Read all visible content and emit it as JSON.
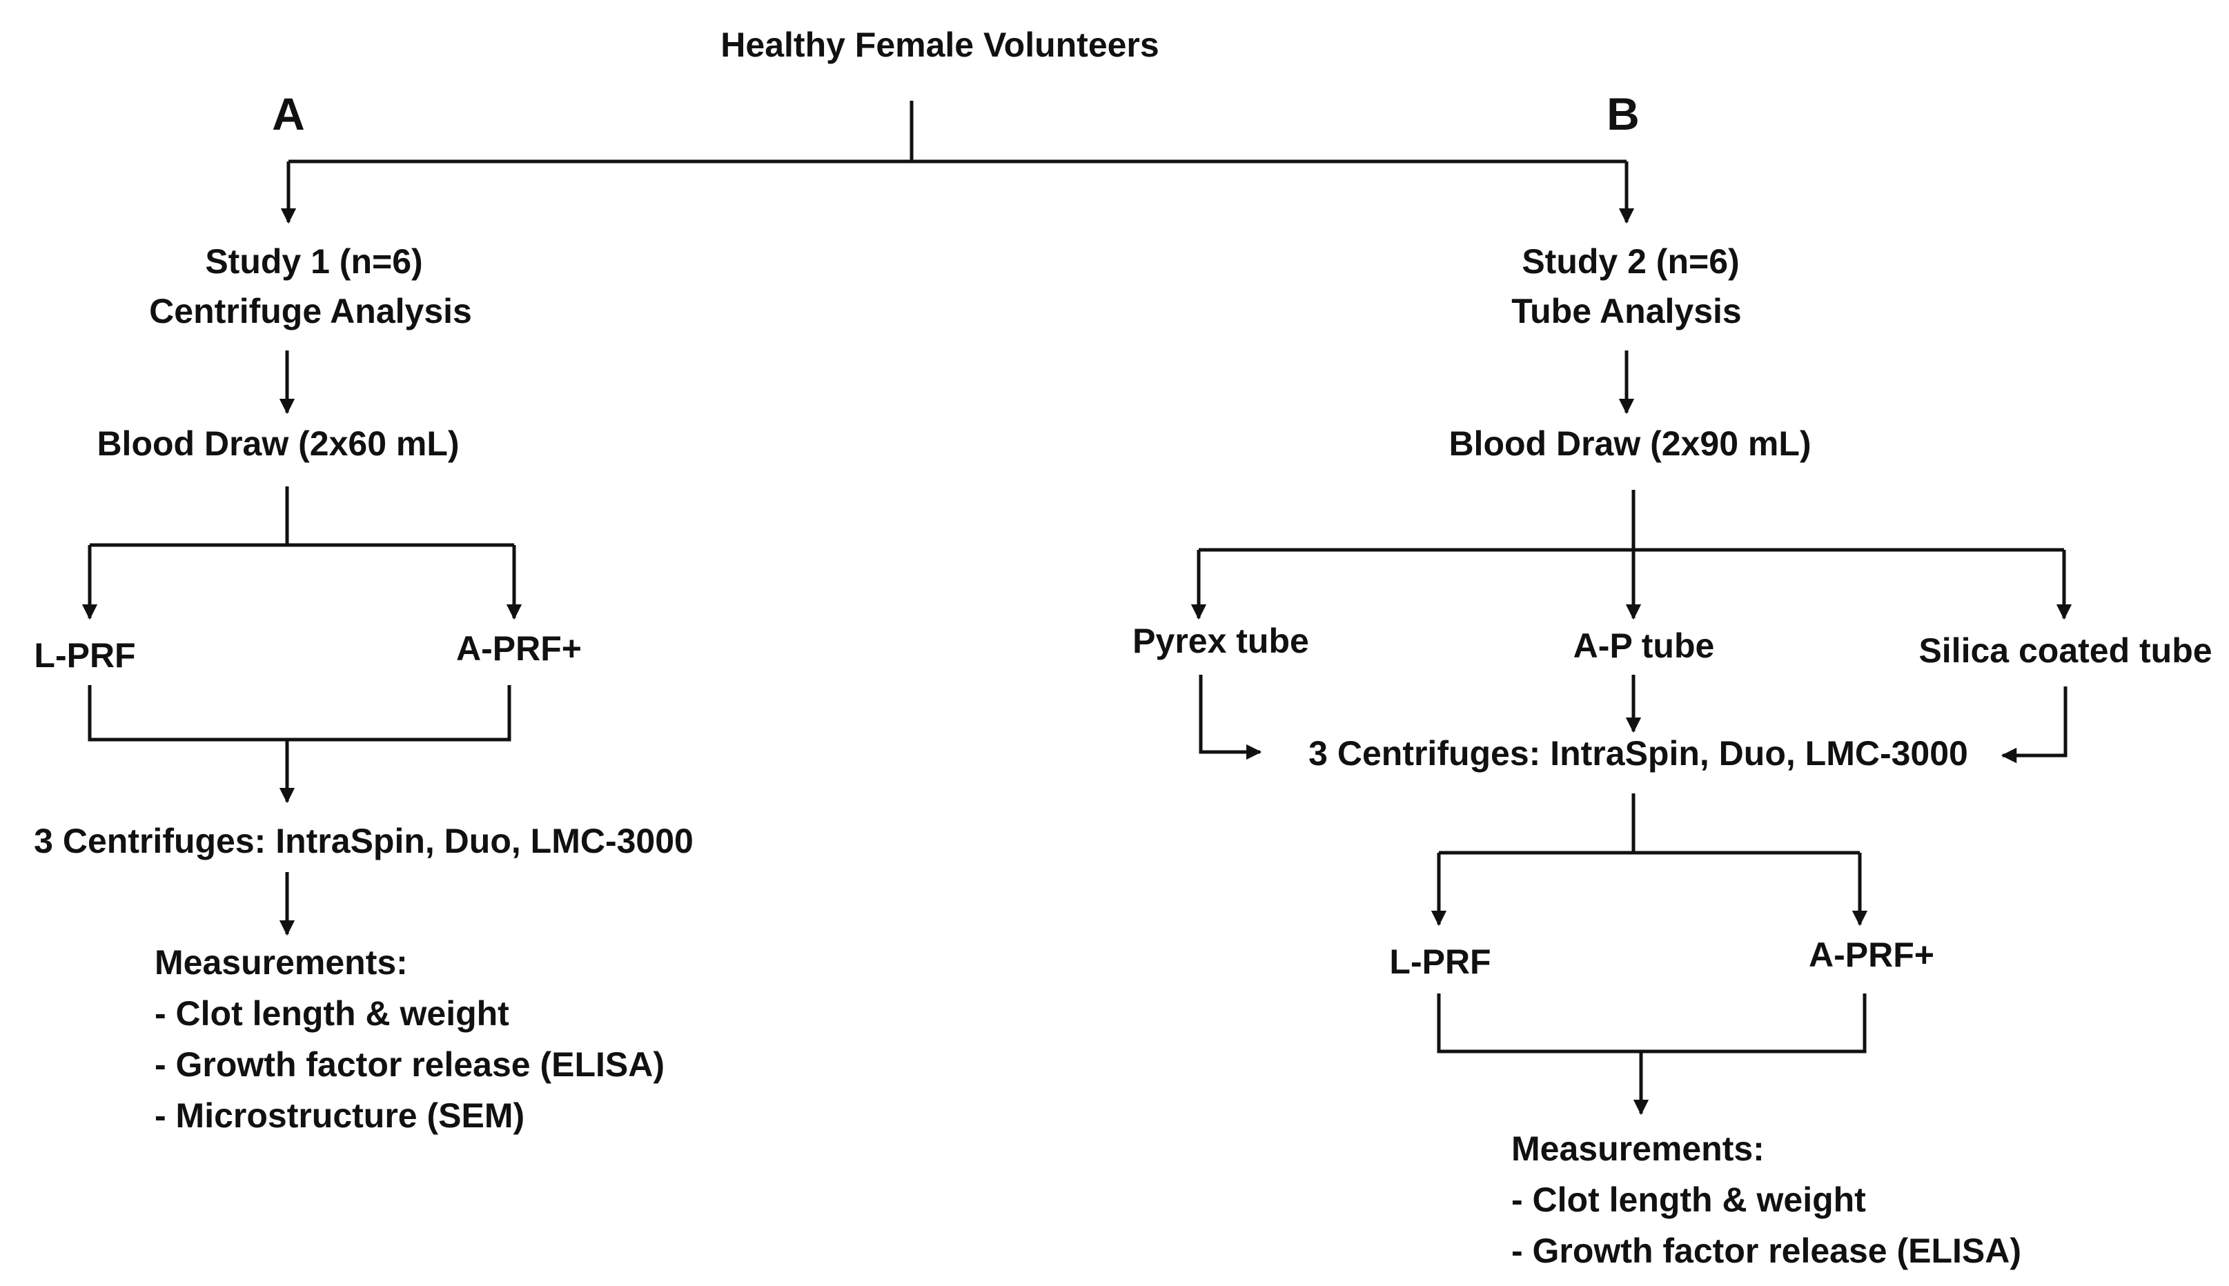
{
  "root": {
    "title": "Healthy Female Volunteers"
  },
  "panel_a": {
    "letter": "A",
    "study_line1": "Study 1 (n=6)",
    "study_line2": "Centrifuge Analysis",
    "blood_draw": "Blood Draw (2x60 mL)",
    "prf_left": "L-PRF",
    "prf_right": "A-PRF+",
    "centrifuges": "3 Centrifuges: IntraSpin, Duo, LMC-3000",
    "measurements": {
      "heading": "Measurements:",
      "items": [
        "- Clot length & weight",
        "- Growth factor release (ELISA)",
        "- Microstructure (SEM)"
      ]
    }
  },
  "panel_b": {
    "letter": "B",
    "study_line1": "Study 2 (n=6)",
    "study_line2": "Tube Analysis",
    "blood_draw": "Blood Draw (2x90 mL)",
    "tubes": [
      "Pyrex tube",
      "A-P tube",
      "Silica coated tube"
    ],
    "centrifuges": "3 Centrifuges: IntraSpin, Duo, LMC-3000",
    "prf_left": "L-PRF",
    "prf_right": "A-PRF+",
    "measurements": {
      "heading": "Measurements:",
      "items": [
        "- Clot length & weight",
        "- Growth factor release (ELISA)"
      ]
    }
  }
}
